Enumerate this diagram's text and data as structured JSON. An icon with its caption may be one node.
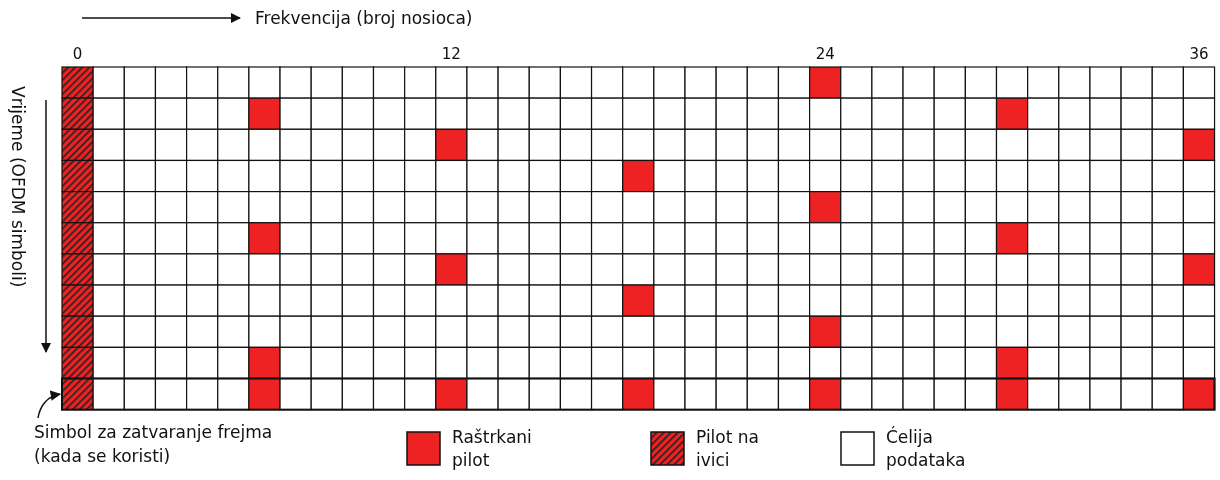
{
  "diagram": {
    "nodes": [
      {
        "text": [
          "Simbol za zatvaranje frejma (kada se koristi)"
        ]
      },
      {
        "text": [],
        "shape": "bar"
      }
    ],
    "edges": [
      {
        "from": 0,
        "to": 1,
        "arrow": "to"
      }
    ],
    "labels": [
      "Frekvencija (broj nosioca)",
      "0",
      "12",
      "24",
      "36",
      "Vrijeme (OFDM simboli)"
    ],
    "legend": [
      {
        "text": "Raštrkani pilot",
        "color": "#ee2222"
      },
      {
        "text": "Pilot na ivici"
      },
      {
        "text": "Ćelija podataka",
        "color": "#ffffff"
      }
    ]
  }
}
